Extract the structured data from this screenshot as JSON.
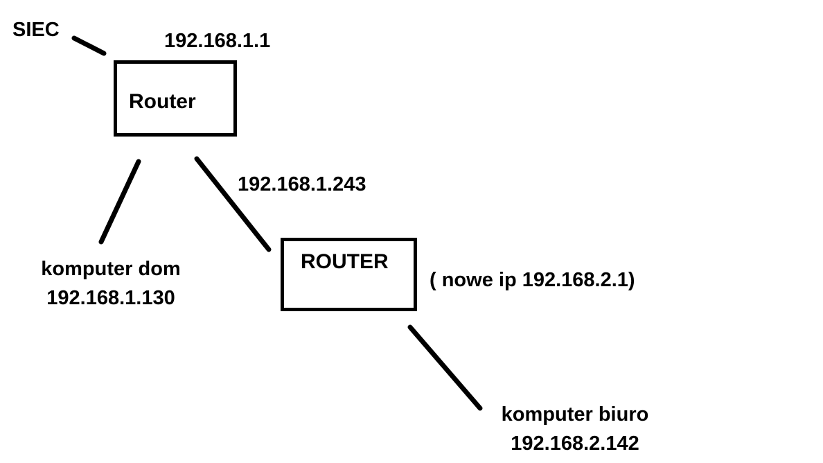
{
  "diagram": {
    "title": "network-topology-sketch",
    "colors": {
      "background": "#ffffff",
      "stroke": "#000000",
      "text": "#000000"
    },
    "network": {
      "label": "SIEC"
    },
    "router1": {
      "label": "Router",
      "ip": "192.168.1.1"
    },
    "link_router1_router2": {
      "ip": "192.168.1.243"
    },
    "router2": {
      "label": "ROUTER",
      "note": "( nowe ip 192.168.2.1)"
    },
    "computer_home": {
      "label": "komputer dom",
      "ip": "192.168.1.130"
    },
    "computer_office": {
      "label": "komputer biuro",
      "ip": "192.168.2.142"
    }
  }
}
